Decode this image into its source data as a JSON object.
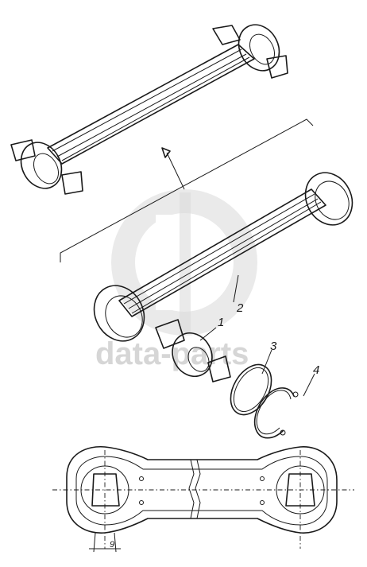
{
  "watermark": {
    "text": "data-parts",
    "color": "#d6d6d6"
  },
  "callouts": [
    {
      "id": "part-1",
      "label": "1"
    },
    {
      "id": "part-2",
      "label": "2"
    },
    {
      "id": "part-3",
      "label": "3"
    },
    {
      "id": "part-4",
      "label": "4"
    }
  ],
  "dimension": {
    "label": "9"
  },
  "colors": {
    "line": "#1a1a1a",
    "background": "#ffffff",
    "watermark": "#d9d9d9"
  }
}
